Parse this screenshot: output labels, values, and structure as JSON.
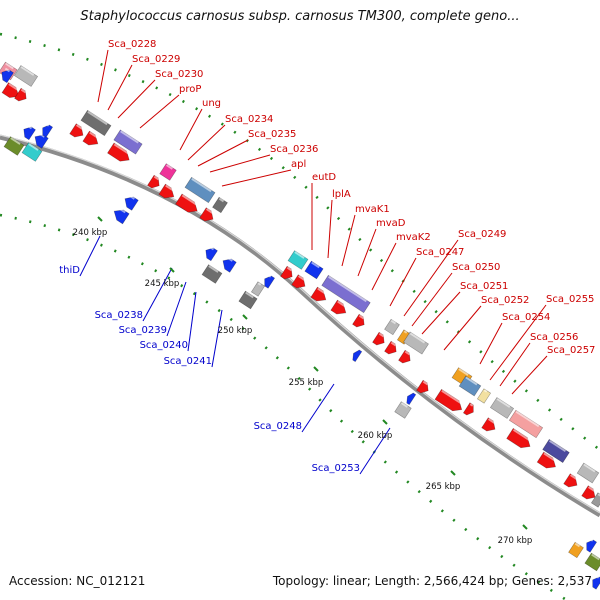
{
  "title": "Staphylococcus carnosus subsp. carnosus TM300, complete geno...",
  "accession": "Accession: NC_012121",
  "summary": "Topology: linear; Length: 2,566,424 bp; Genes: 2,537",
  "colors": {
    "forward_gene": "#ee1111",
    "forward_label": "#cc0000",
    "reverse_gene": "#1133ee",
    "reverse_label": "#0000cc",
    "backbone": "#8c8c8c",
    "tick": "#228822"
  },
  "ticks": [
    "240 kbp",
    "245 kbp",
    "250 kbp",
    "255 kbp",
    "260 kbp",
    "265 kbp",
    "270 kbp"
  ],
  "forward_labels": [
    "Sca_0228",
    "Sca_0229",
    "Sca_0230",
    "proP",
    "ung",
    "Sca_0234",
    "Sca_0235",
    "Sca_0236",
    "apl",
    "eutD",
    "lplA",
    "mvaK1",
    "mvaD",
    "mvaK2",
    "Sca_0247",
    "Sca_0249",
    "Sca_0250",
    "Sca_0251",
    "Sca_0252",
    "Sca_0254",
    "Sca_0255",
    "Sca_0256",
    "Sca_0257"
  ],
  "reverse_labels": [
    "thiD",
    "Sca_0238",
    "Sca_0239",
    "Sca_0240",
    "Sca_0241",
    "Sca_0248",
    "Sca_0253"
  ]
}
